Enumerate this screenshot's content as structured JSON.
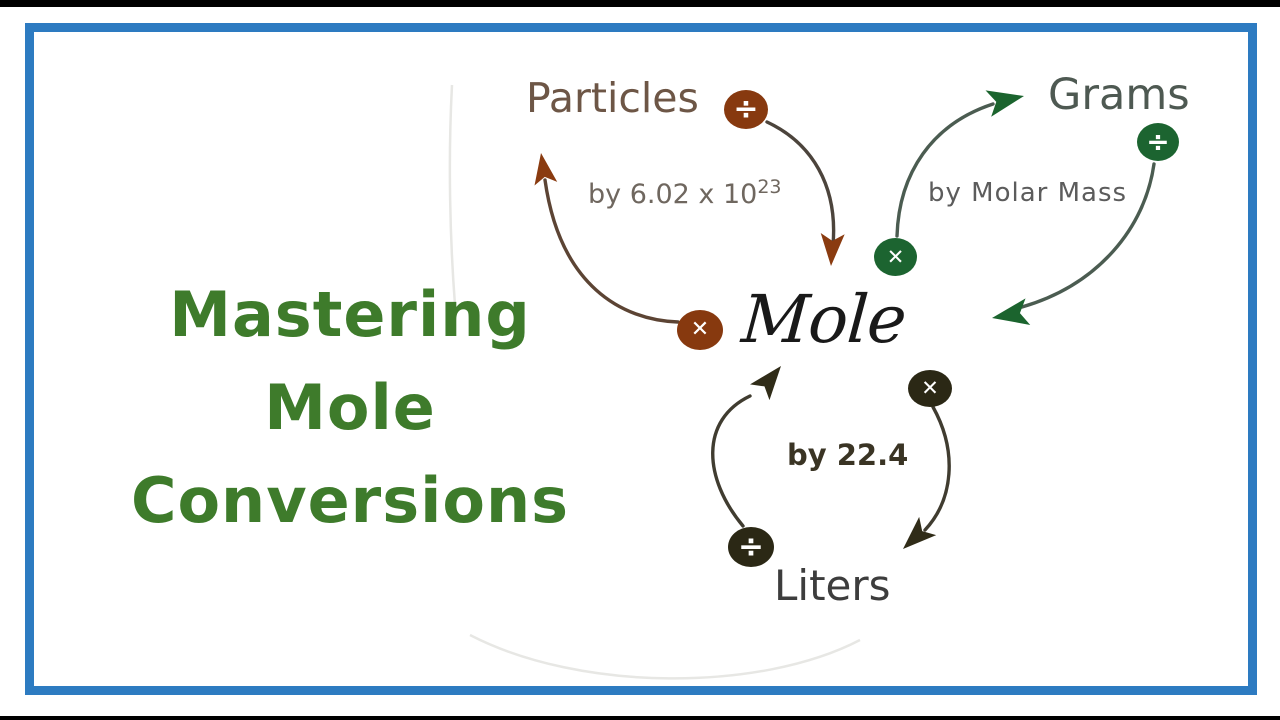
{
  "video_frame": {
    "border_color": "#2d7bc1",
    "letterbox_color": "#000000",
    "background": "#ffffff"
  },
  "title": {
    "lines": [
      "Mastering",
      "Mole",
      "Conversions"
    ],
    "color": "#3e7b2b"
  },
  "diagram": {
    "center": {
      "label": "Mole"
    },
    "nodes": {
      "particles": {
        "label": "Particles",
        "color": "#6d5646"
      },
      "grams": {
        "label": "Grams",
        "color": "#4e5952"
      },
      "liters": {
        "label": "Liters",
        "color": "#3d3d3d"
      }
    },
    "factors": {
      "particles": {
        "text": "by 6.02 x 10",
        "exponent": "23"
      },
      "grams": {
        "text": "by Molar Mass"
      },
      "liters": {
        "text": "by 22.4"
      }
    },
    "ops": {
      "multiply": "✕",
      "divide": "÷"
    },
    "badge_colors": {
      "brown": "#87390f",
      "green": "#1c6430",
      "dark": "#2b2815"
    }
  }
}
